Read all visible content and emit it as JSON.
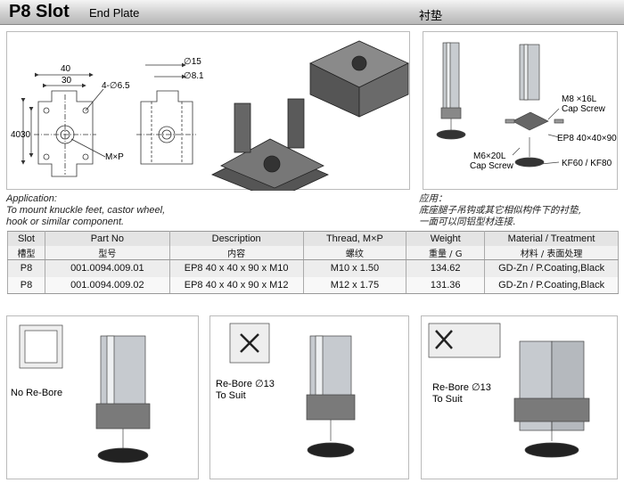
{
  "header": {
    "slot": "P8 Slot",
    "plate": "End Plate",
    "plate_cn": "衬垫"
  },
  "drawing": {
    "dim_40_top": "40",
    "dim_30_top": "30",
    "dim_40_left": "40",
    "dim_30_left": "30",
    "hole_note": "4-∅6.5",
    "dia_15": "∅15",
    "dia_81": "∅8.1",
    "thread": "M×P"
  },
  "assembly": {
    "cap_screw_m8": "M8 ×16L",
    "cap_screw_m8_label": "Cap Screw",
    "ep8": "EP8 40×40×90",
    "cap_screw_m6": "M6×20L",
    "cap_screw_m6_label": "Cap Screw",
    "kf": "KF60 / KF80"
  },
  "application": {
    "line1": "Application:",
    "line2": "To mount knuckle feet, castor wheel,",
    "line3": "hook or similar component.",
    "cn1": "应用：",
    "cn2": "底座腿子吊钩或其它相似构件下的衬垫,",
    "cn3": "一面可以同铝型材连接."
  },
  "table": {
    "headers": [
      "Slot",
      "Part No",
      "Description",
      "Thread, M×P",
      "Weight",
      "Material / Treatment"
    ],
    "headers_cn": [
      "槽型",
      "型号",
      "内容",
      "螺纹",
      "重量 / G",
      "材料 / 表面处理"
    ],
    "rows": [
      [
        "P8",
        "001.0094.009.01",
        "EP8 40 x 40 x 90 x M10",
        "M10 x 1.50",
        "134.62",
        "GD-Zn / P.Coating,Black"
      ],
      [
        "P8",
        "001.0094.009.02",
        "EP8 40 x 40 x 90 x M12",
        "M12 x 1.75",
        "131.36",
        "GD-Zn / P.Coating,Black"
      ]
    ]
  },
  "variants": {
    "no_rebore": "No Re-Bore",
    "rebore1_a": "Re-Bore ∅13",
    "rebore1_b": "To Suit",
    "rebore2_a": "Re-Bore ∅13",
    "rebore2_b": "To Suit"
  }
}
